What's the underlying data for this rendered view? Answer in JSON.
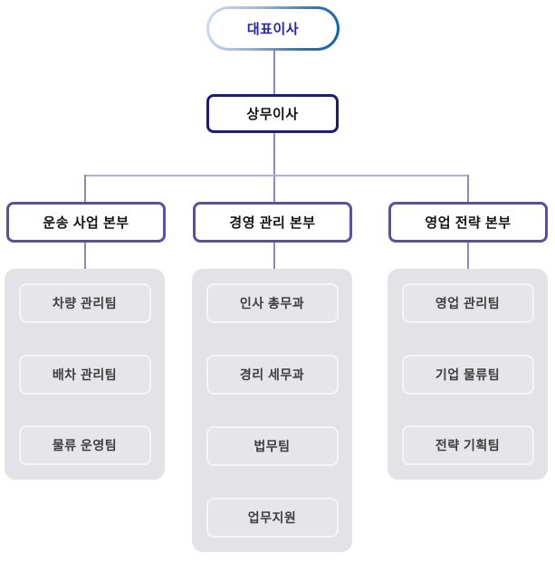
{
  "org": {
    "ceo": {
      "label": "대표이사"
    },
    "director": {
      "label": "상무이사"
    },
    "divisions": [
      {
        "label": "운송 사업 본부",
        "teams": [
          "차량 관리팀",
          "배차 관리팀",
          "물류 운영팀"
        ]
      },
      {
        "label": "경영 관리 본부",
        "teams": [
          "인사 총무과",
          "경리 세무과",
          "법무팀",
          "업무지원"
        ]
      },
      {
        "label": "영업 전략 본부",
        "teams": [
          "영업 관리팀",
          "기업 물류팀",
          "전략 기획팀"
        ]
      }
    ]
  },
  "colors": {
    "ceo_text": "#2424a6",
    "ceo_border_gradient_start": "#d4def2",
    "ceo_border_gradient_end": "#0d60a8",
    "director_border": "#1c1c72",
    "division_border": "#5950a6",
    "connector_vertical": "#8d88c2",
    "connector_horizontal": "#b2aed5",
    "panel_background": "#e3e3e7",
    "team_box_border": "#f5f5f7",
    "team_text": "#3e3e3e",
    "node_text": "#141414",
    "background": "#ffffff"
  }
}
